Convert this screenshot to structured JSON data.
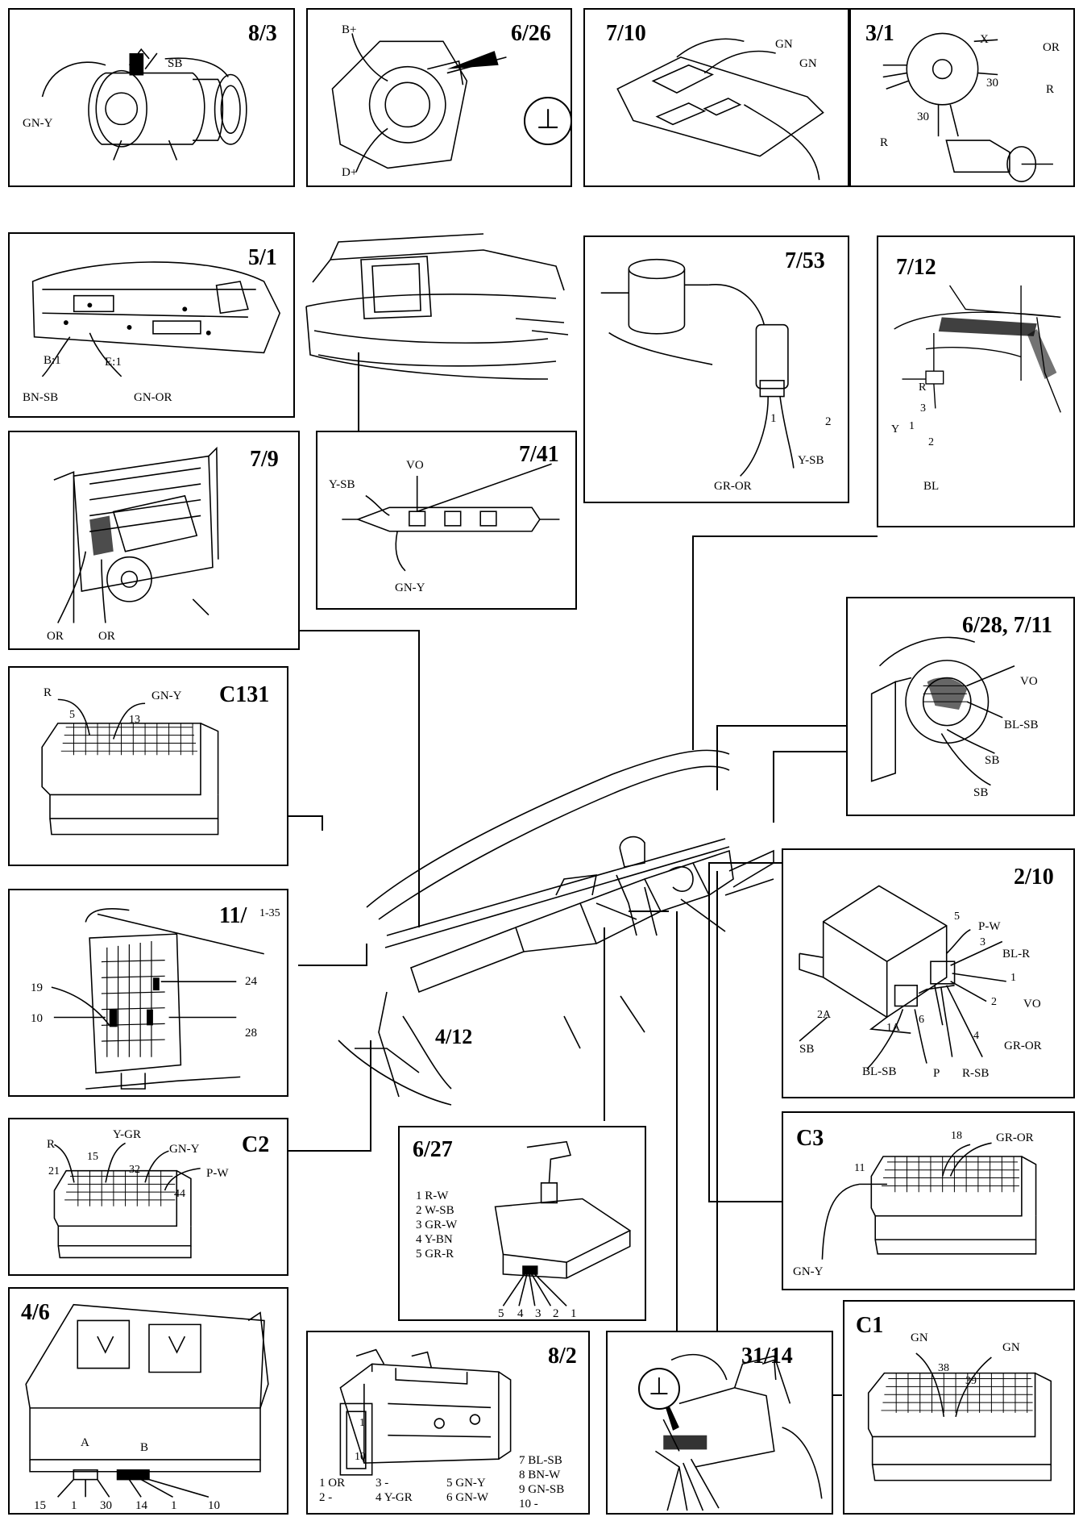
{
  "panels": {
    "p83": {
      "title": "8/3",
      "labels": {
        "sb": "SB",
        "gny": "GN-Y"
      }
    },
    "p626": {
      "title": "6/26",
      "labels": {
        "bplus": "B+",
        "dplus": "D+"
      },
      "ground": "⊥"
    },
    "p710": {
      "title": "7/10",
      "labels": {
        "gn1": "GN",
        "gn2": "GN"
      }
    },
    "p31": {
      "title": "3/1",
      "labels": {
        "x": "X",
        "or": "OR",
        "n30a": "30",
        "r1": "R",
        "n30b": "30",
        "r2": "R"
      }
    },
    "p51": {
      "title": "5/1",
      "labels": {
        "b1": "B:1",
        "e1": "E:1",
        "bnsb": "BN-SB",
        "gnor": "GN-OR"
      }
    },
    "p753": {
      "title": "7/53",
      "labels": {
        "n1": "1",
        "n2": "2",
        "gror": "GR-OR",
        "ysb": "Y-SB"
      }
    },
    "p712": {
      "title": "7/12",
      "labels": {
        "r": "R",
        "n3": "3",
        "y": "Y",
        "n1": "1",
        "n2": "2",
        "bl": "BL"
      }
    },
    "p79": {
      "title": "7/9",
      "labels": {
        "or1": "OR",
        "or2": "OR"
      }
    },
    "p741": {
      "title": "7/41",
      "labels": {
        "ysb": "Y-SB",
        "vo": "VO",
        "gny": "GN-Y"
      }
    },
    "c131": {
      "title": "C131",
      "labels": {
        "r": "R",
        "gny": "GN-Y",
        "n5": "5",
        "n13": "13"
      }
    },
    "p628": {
      "title": "6/28, 7/11",
      "labels": {
        "vo": "VO",
        "blsb": "BL-SB",
        "sb1": "SB",
        "sb2": "SB"
      }
    },
    "p11": {
      "title": "11/",
      "subtitle": "1-35",
      "labels": {
        "n19": "19",
        "n10": "10",
        "n24": "24",
        "n28": "28"
      }
    },
    "p210": {
      "title": "2/10",
      "labels": {
        "n5": "5",
        "pw": "P-W",
        "n3": "3",
        "blr": "BL-R",
        "n1": "1",
        "vo": "VO",
        "n2": "2",
        "gror": "GR-OR",
        "n4": "4",
        "rsb": "R-SB",
        "n6": "6",
        "p": "P",
        "n1a": "1A",
        "blsb": "BL-SB",
        "n2a": "2A",
        "sb": "SB"
      }
    },
    "c2": {
      "title": "C2",
      "labels": {
        "r": "R",
        "ygr": "Y-GR",
        "gny": "GN-Y",
        "pw": "P-W",
        "n21": "21",
        "n15": "15",
        "n32": "32",
        "n44": "44"
      }
    },
    "p627": {
      "title": "6/27",
      "list": [
        "1 R-W",
        "2 W-SB",
        "3 GR-W",
        "4 Y-BN",
        "5 GR-R"
      ],
      "pins": [
        "5",
        "4",
        "3",
        "2",
        "1"
      ]
    },
    "c3": {
      "title": "C3",
      "labels": {
        "n11": "11",
        "n18": "18",
        "gror": "GR-OR",
        "gny": "GN-Y"
      }
    },
    "p46": {
      "title": "4/6",
      "labels": {
        "a": "A",
        "b": "B"
      },
      "pins": [
        "15",
        "1",
        "30",
        "14",
        "1",
        "10"
      ]
    },
    "p82": {
      "title": "8/2",
      "labels": {
        "n1": "1",
        "n10": "10"
      },
      "col1": [
        "1 OR",
        "2 -"
      ],
      "col2": [
        "3 -",
        "4 Y-GR"
      ],
      "col3": [
        "5 GN-Y",
        "6 GN-W"
      ],
      "col4": [
        "7 BL-SB",
        "8 BN-W",
        "9 GN-SB",
        "10 -"
      ]
    },
    "p3114": {
      "title": "31/14",
      "ground": "⊥"
    },
    "c1": {
      "title": "C1",
      "labels": {
        "gn1": "GN",
        "gn2": "GN",
        "n38": "38",
        "n39": "39"
      }
    }
  },
  "center": {
    "label": "4/12"
  }
}
